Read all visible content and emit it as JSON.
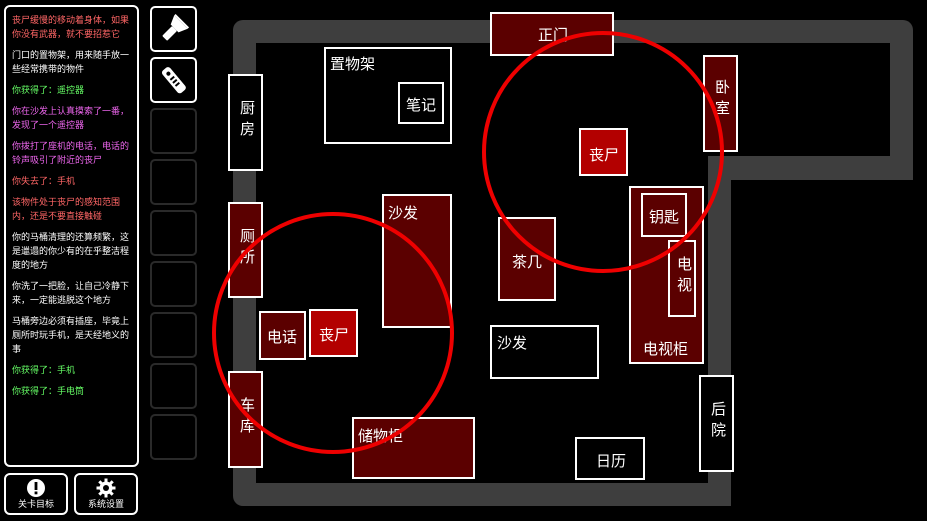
{
  "log": [
    {
      "text": "丧尸缓慢的移动着身体，如果你没有武器，就不要招惹它",
      "color": "#ff6666"
    },
    {
      "text": "门口的置物架，用来随手放一些经常携带的物件",
      "color": "#ffffff"
    },
    {
      "text": "你获得了：遥控器",
      "color": "#66ff66"
    },
    {
      "text": "你在沙发上认真摸索了一番，发现了一个遥控器",
      "color": "#ee66ee"
    },
    {
      "text": "你拨打了座机的电话，电话的铃声吸引了附近的丧尸",
      "color": "#ee66ee"
    },
    {
      "text": "你失去了：手机",
      "color": "#ff6666"
    },
    {
      "text": "该物件处于丧尸的感知范围内，还是不要直接触碰",
      "color": "#ff6666"
    },
    {
      "text": "你的马桶清理的还算频繁，这是邋遢的你少有的在乎整洁程度的地方",
      "color": "#ffffff"
    },
    {
      "text": "你洗了一把脸，让自己冷静下来，一定能逃脱这个地方",
      "color": "#ffffff"
    },
    {
      "text": "马桶旁边必须有插座，毕竟上厕所时玩手机，是天经地义的事",
      "color": "#ffffff"
    },
    {
      "text": "你获得了：手机",
      "color": "#66ff66"
    },
    {
      "text": "你获得了：手电筒",
      "color": "#66ff66"
    }
  ],
  "buttons": {
    "goal": "关卡目标",
    "settings": "系统设置"
  },
  "inventory": [
    {
      "item": "flashlight-icon"
    },
    {
      "item": "remote-control-icon"
    },
    {
      "item": ""
    },
    {
      "item": ""
    },
    {
      "item": ""
    },
    {
      "item": ""
    },
    {
      "item": ""
    },
    {
      "item": ""
    },
    {
      "item": ""
    }
  ],
  "rooms": {
    "front_door": "正门",
    "shelf": "置物架",
    "notes": "笔记",
    "bedroom": "卧室",
    "kitchen": "厨房",
    "zombie_top": "丧尸",
    "key": "钥匙",
    "sofa_top": "沙发",
    "coffee_table": "茶几",
    "tv": "电视",
    "toilet": "厕所",
    "phone": "电话",
    "zombie_left": "丧尸",
    "sofa_bottom": "沙发",
    "tv_cabinet": "电视柜",
    "garage": "车库",
    "backyard": "后院",
    "storage": "储物柜",
    "calendar": "日历"
  },
  "colors": {
    "wall": "#3e3e3e",
    "room_dark": "#5b0000",
    "room_bright": "#b30000",
    "zombie_range": "#e00000",
    "item_gained": "#66ff66",
    "danger": "#ff6666",
    "action": "#ee66ee"
  }
}
